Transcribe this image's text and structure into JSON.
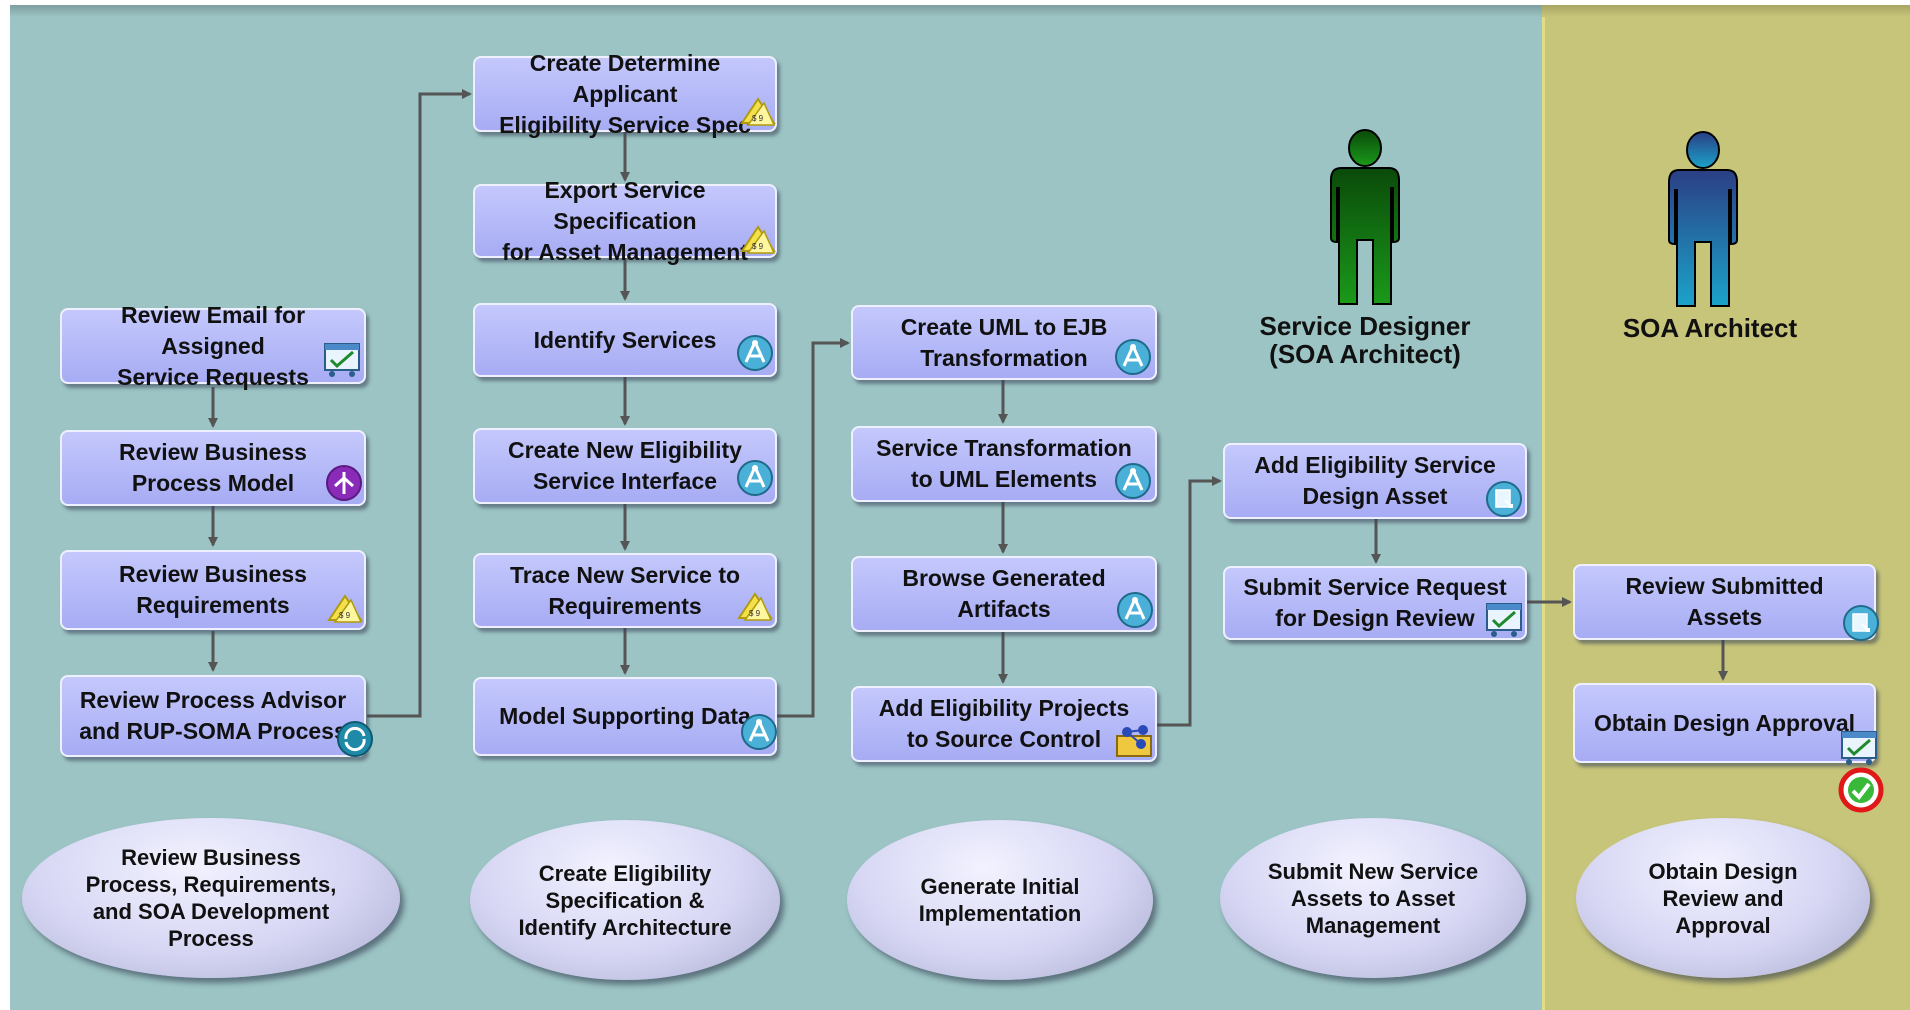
{
  "colors": {
    "lane_left": "#9cc4c4",
    "lane_right": "#c7c57a",
    "task_fill": "#b4b8f8",
    "connector": "#555555",
    "designer_figure": "#0d6b0d",
    "architect_figure": "#2a5a8e"
  },
  "roles": {
    "designer": "Service Designer\n(SOA Architect)",
    "architect": "SOA Architect"
  },
  "tasks": {
    "review_email": "Review Email for Assigned\nService Requests",
    "review_bpm": "Review Business\nProcess Model",
    "review_reqs": "Review Business\nRequirements",
    "review_advisor": "Review Process Advisor\nand RUP-SOMA Process",
    "create_spec": "Create  Determine Applicant\nEligibility Service Spec",
    "export_spec": "Export Service Specification\nfor Asset Management",
    "identify_services": "Identify Services",
    "create_interface": "Create New Eligibility\nService Interface",
    "trace_service": "Trace New Service to\nRequirements",
    "model_data": "Model Supporting Data",
    "create_uml_ejb": "Create UML to EJB\nTransformation",
    "service_transform": "Service Transformation\nto UML Elements",
    "browse_artifacts": "Browse Generated\nArtifacts",
    "add_projects": "Add Eligibility Projects\nto Source Control",
    "add_design_asset": "Add Eligibility Service\nDesign Asset",
    "submit_request": "Submit Service Request\nfor Design Review",
    "review_submitted": "Review Submitted Assets",
    "obtain_approval": "Obtain Design Approval"
  },
  "phases": {
    "p1": "Review Business\nProcess, Requirements,\nand SOA Development\nProcess",
    "p2": "Create Eligibility\nSpecification &\nIdentify Architecture",
    "p3": "Generate Initial\nImplementation",
    "p4": "Submit New Service\nAssets to Asset\nManagement",
    "p5": "Obtain Design\nReview and\nApproval"
  },
  "icons": {
    "review_email": "work-item-icon",
    "review_bpm": "process-model-icon",
    "review_reqs": "requirements-icon",
    "review_advisor": "process-advisor-icon",
    "create_spec": "requirements-icon",
    "export_spec": "requirements-icon",
    "identify_services": "modeler-icon",
    "create_interface": "modeler-icon",
    "trace_service": "requirements-icon",
    "model_data": "modeler-icon",
    "create_uml_ejb": "modeler-icon",
    "service_transform": "modeler-icon",
    "browse_artifacts": "modeler-icon",
    "add_projects": "source-control-icon",
    "add_design_asset": "asset-icon",
    "submit_request": "work-item-icon",
    "review_submitted": "asset-icon",
    "obtain_approval": "work-item-icon",
    "approval_mark": "approved-check-icon"
  }
}
